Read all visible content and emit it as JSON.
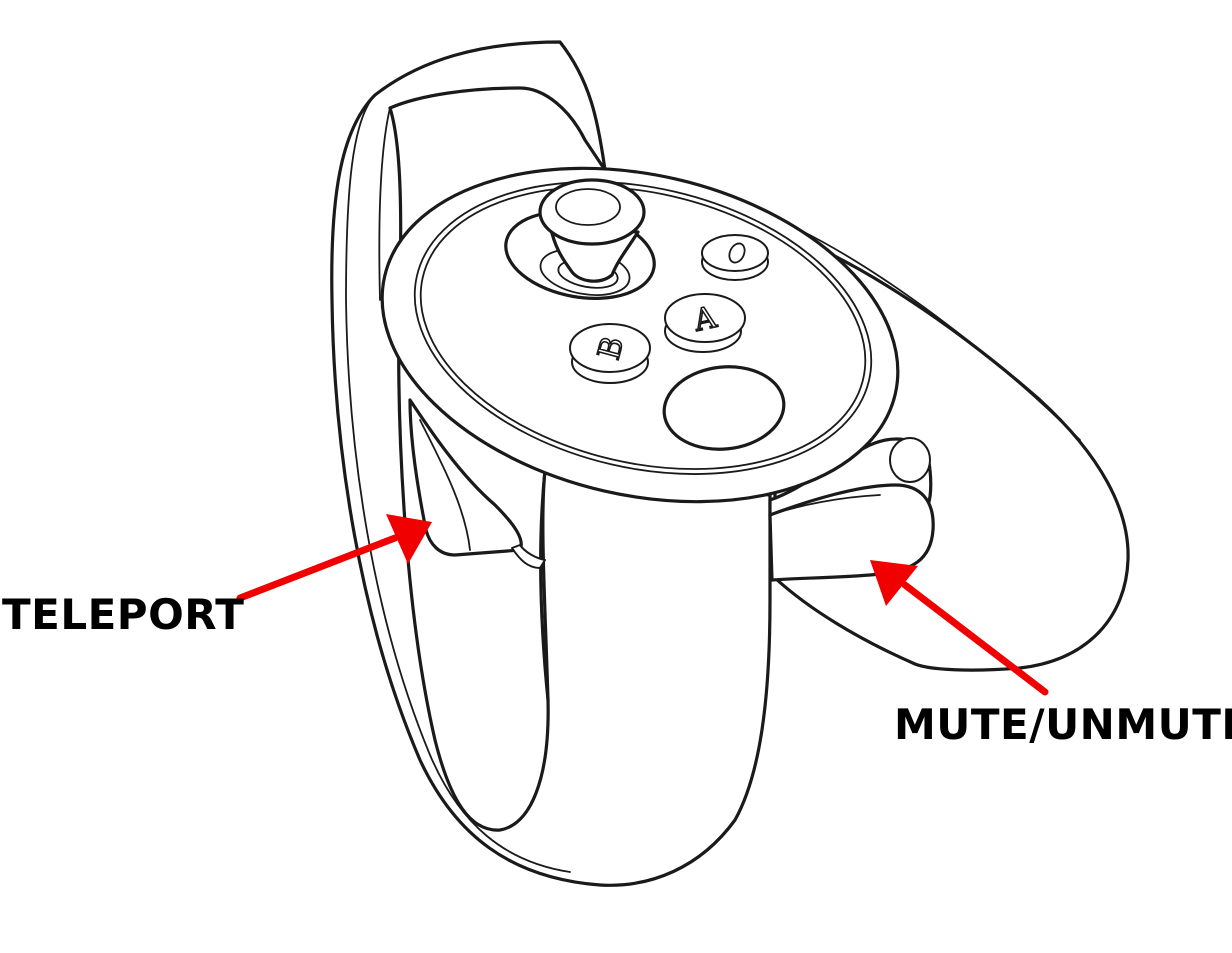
{
  "labels": {
    "teleport": "TELEPORT",
    "mute": "MUTE/UNMUTE"
  },
  "buttons": {
    "a": "A",
    "b": "B",
    "menu": "0"
  },
  "colors": {
    "arrow": "#f00000",
    "line": "#1a1a1a",
    "label": "#000000",
    "background": "#ffffff"
  },
  "icons": {
    "arrow": "red-callout-arrow"
  }
}
